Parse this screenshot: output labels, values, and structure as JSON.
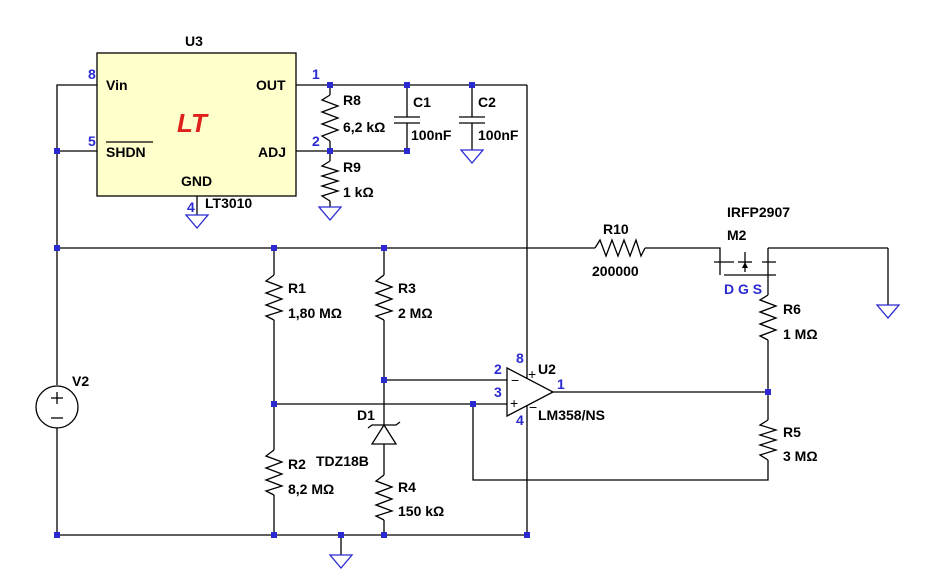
{
  "u3": {
    "ref": "U3",
    "part": "LT3010",
    "logo": "LT",
    "pins": {
      "vin": "Vin",
      "shdn": "SHDN",
      "gnd": "GND",
      "out": "OUT",
      "adj": "ADJ"
    },
    "pin_numbers": {
      "vin": "8",
      "shdn": "5",
      "gnd": "4",
      "out": "1",
      "adj": "2"
    }
  },
  "r8": {
    "ref": "R8",
    "value": "6,2 kΩ"
  },
  "r9": {
    "ref": "R9",
    "value": "1 kΩ"
  },
  "c1": {
    "ref": "C1",
    "value": "100nF"
  },
  "c2": {
    "ref": "C2",
    "value": "100nF"
  },
  "r10": {
    "ref": "R10",
    "value": "200000"
  },
  "m2": {
    "part": "IRFP2907",
    "ref": "M2",
    "pins": "D G S"
  },
  "r6": {
    "ref": "R6",
    "value": "1 MΩ"
  },
  "r1": {
    "ref": "R1",
    "value": "1,80 MΩ"
  },
  "r3": {
    "ref": "R3",
    "value": "2 MΩ"
  },
  "r2": {
    "ref": "R2",
    "value": "8,2 MΩ"
  },
  "r4": {
    "ref": "R4",
    "value": "150 kΩ"
  },
  "r5": {
    "ref": "R5",
    "value": "3 MΩ"
  },
  "d1": {
    "ref": "D1",
    "part": "TDZ18B"
  },
  "v2": {
    "ref": "V2"
  },
  "u2": {
    "ref": "U2",
    "part": "LM358/NS",
    "pin_numbers": {
      "inv": "2",
      "noninv": "3",
      "out": "1",
      "vpos": "8",
      "vneg": "4"
    }
  }
}
